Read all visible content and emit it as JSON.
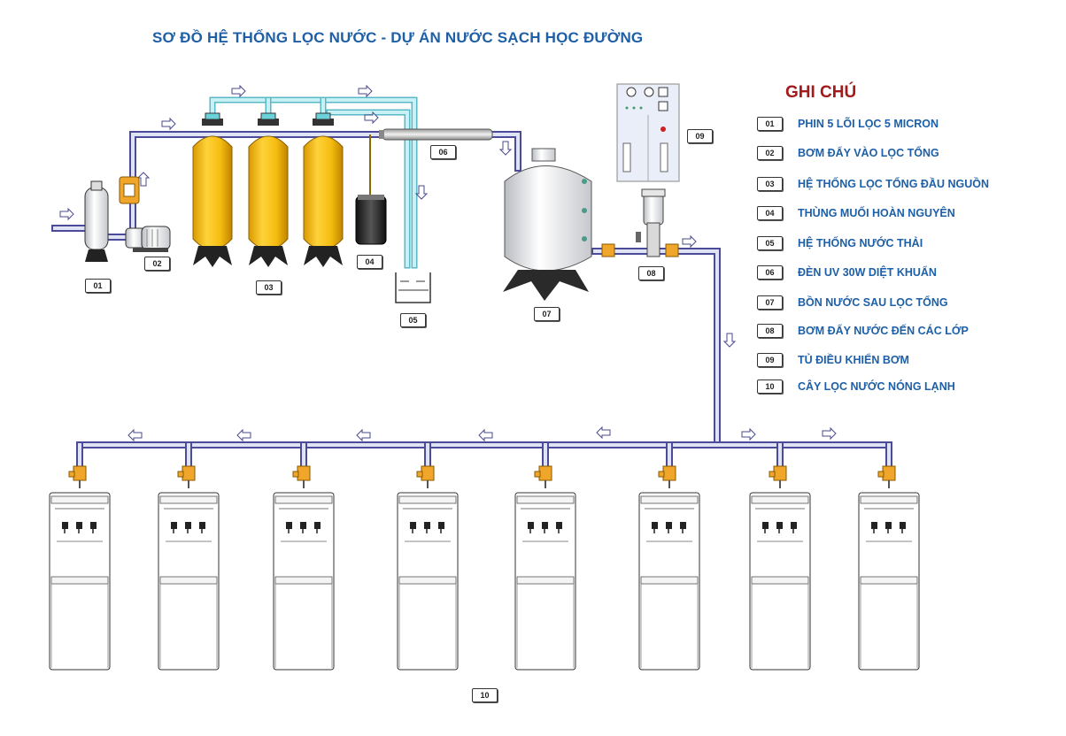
{
  "title": "SƠ ĐỒ HỆ THỐNG LỌC NƯỚC - DỰ ÁN NƯỚC SẠCH HỌC ĐƯỜNG",
  "legend": {
    "title": "GHI CHÚ",
    "items": [
      {
        "num": "01",
        "label": "PHIN 5 LÕI LỌC 5 MICRON"
      },
      {
        "num": "02",
        "label": "BƠM ĐẨY VÀO LỌC TỔNG"
      },
      {
        "num": "03",
        "label": "HỆ THỐNG LỌC TỔNG ĐẦU NGUỒN"
      },
      {
        "num": "04",
        "label": "THÙNG MUỐI HOÀN NGUYÊN"
      },
      {
        "num": "05",
        "label": "HỆ THỐNG NƯỚC THẢI"
      },
      {
        "num": "06",
        "label": "ĐÈN UV 30W DIỆT KHUẨN"
      },
      {
        "num": "07",
        "label": "BỒN NƯỚC SAU LỌC TỔNG"
      },
      {
        "num": "08",
        "label": "BƠM ĐẨY NƯỚC ĐẾN CÁC LỚP"
      },
      {
        "num": "09",
        "label": "TỦ ĐIỀU KHIỂN BƠM"
      },
      {
        "num": "10",
        "label": "CÂY LỌC NƯỚC NÓNG LẠNH"
      }
    ]
  },
  "tags": {
    "t01": "01",
    "t02": "02",
    "t03": "03",
    "t04": "04",
    "t05": "05",
    "t06": "06",
    "t07": "07",
    "t08": "08",
    "t09": "09",
    "t10": "10"
  },
  "colors": {
    "pipe": "#5a5aa8",
    "pipe_light": "#c9d2ee",
    "drain_pipe": "#9fe3ec",
    "tank": "#f6c21a",
    "tank_dark": "#c98f00",
    "valve": "#f0a62a",
    "title": "#1f5fa6",
    "legend_title": "#a31a1a"
  }
}
